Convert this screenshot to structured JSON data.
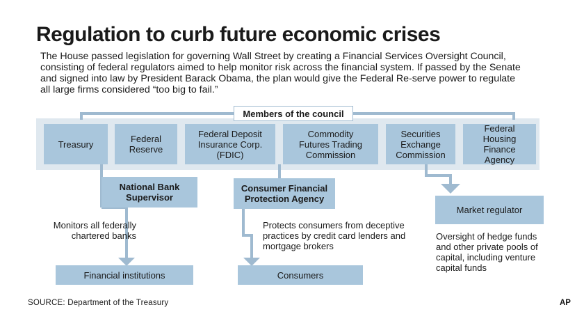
{
  "title": "Regulation to curb future economic crises",
  "intro": "The House passed legislation for governing Wall Street by creating a Financial Services Oversight Council, consisting of federal regulators aimed to help monitor risk across the financial system. If passed by the Senate and signed into law by President Barack Obama, the plan would give the Federal Re-serve power to regulate all large firms considered “too big to fail.”",
  "council_label": "Members of the council",
  "members": [
    "Treasury",
    "Federal Reserve",
    "Federal Deposit Insurance Corp. (FDIC)",
    "Commodity Futures Trading Commission",
    "Securities Exchange Commission",
    "Federal Housing Finance Agency"
  ],
  "agencies": {
    "national_bank_supervisor": "National Bank Supervisor",
    "consumer_financial_protection_agency": "Consumer Financial Protection Agency",
    "market_regulator": "Market regulator"
  },
  "notes": {
    "national_bank": "Monitors all federally chartered banks",
    "consumer": "Protects consumers from deceptive practices by credit card lenders and mortgage brokers",
    "market": "Oversight of hedge funds and other private pools of capital, including venture capital funds"
  },
  "targets": {
    "financial_institutions": "Financial institutions",
    "consumers": "Consumers"
  },
  "source": "SOURCE: Department of the Treasury",
  "credit": "AP",
  "colors": {
    "box": "#a9c6dc",
    "band": "#dfe8ef",
    "arrow": "#9fbad0"
  }
}
